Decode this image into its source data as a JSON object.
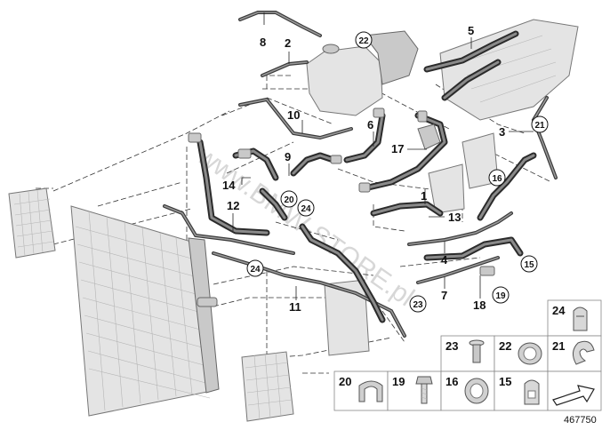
{
  "diagram": {
    "callouts": [
      {
        "id": "c8",
        "label": "8"
      },
      {
        "id": "c2",
        "label": "2"
      },
      {
        "id": "c5",
        "label": "5"
      },
      {
        "id": "c10",
        "label": "10"
      },
      {
        "id": "c6",
        "label": "6"
      },
      {
        "id": "c3",
        "label": "3"
      },
      {
        "id": "c9",
        "label": "9"
      },
      {
        "id": "c17",
        "label": "17"
      },
      {
        "id": "c14",
        "label": "14"
      },
      {
        "id": "c1",
        "label": "1"
      },
      {
        "id": "c12",
        "label": "12"
      },
      {
        "id": "c13",
        "label": "13"
      },
      {
        "id": "c4",
        "label": "4"
      },
      {
        "id": "c7",
        "label": "7"
      },
      {
        "id": "c11",
        "label": "11"
      },
      {
        "id": "c18",
        "label": "18"
      }
    ],
    "circled_callouts": [
      {
        "id": "cc22",
        "label": "22"
      },
      {
        "id": "cc21",
        "label": "21"
      },
      {
        "id": "cc16",
        "label": "16"
      },
      {
        "id": "cc20",
        "label": "20"
      },
      {
        "id": "cc24a",
        "label": "24"
      },
      {
        "id": "cc24b",
        "label": "24"
      },
      {
        "id": "cc15",
        "label": "15"
      },
      {
        "id": "cc19",
        "label": "19"
      },
      {
        "id": "cc23",
        "label": "23"
      }
    ],
    "parts_table": [
      {
        "id": "t24",
        "label": "24"
      },
      {
        "id": "t23",
        "label": "23"
      },
      {
        "id": "t22",
        "label": "22"
      },
      {
        "id": "t21",
        "label": "21"
      },
      {
        "id": "t20",
        "label": "20"
      },
      {
        "id": "t19",
        "label": "19"
      },
      {
        "id": "t16",
        "label": "16"
      },
      {
        "id": "t15",
        "label": "15"
      }
    ],
    "reference_number": "467750",
    "watermark": "www.BMW-STORE.pl"
  }
}
